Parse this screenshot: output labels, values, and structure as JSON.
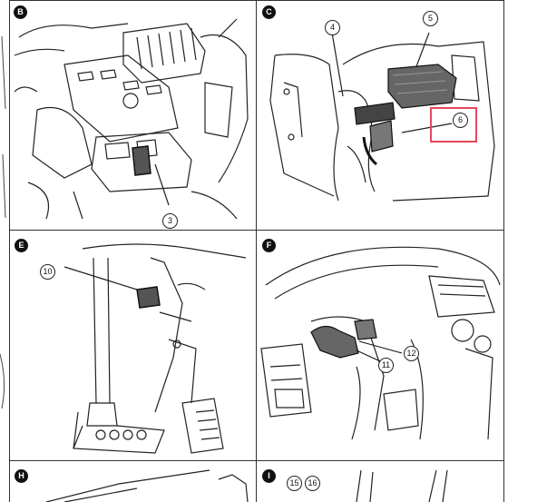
{
  "panels": {
    "b": {
      "badge": "B",
      "callouts": [
        "3"
      ]
    },
    "c": {
      "badge": "C",
      "callouts": [
        "4",
        "5",
        "6"
      ]
    },
    "e": {
      "badge": "E",
      "callouts": [
        "10"
      ]
    },
    "f": {
      "badge": "F",
      "callouts": [
        "12",
        "11"
      ]
    },
    "h": {
      "badge": "H",
      "callouts": []
    },
    "i": {
      "badge": "I",
      "callouts": [
        "15",
        "16"
      ]
    }
  },
  "colors": {
    "highlight": "#e5485a",
    "line": "#222222",
    "badge": "#111111"
  }
}
